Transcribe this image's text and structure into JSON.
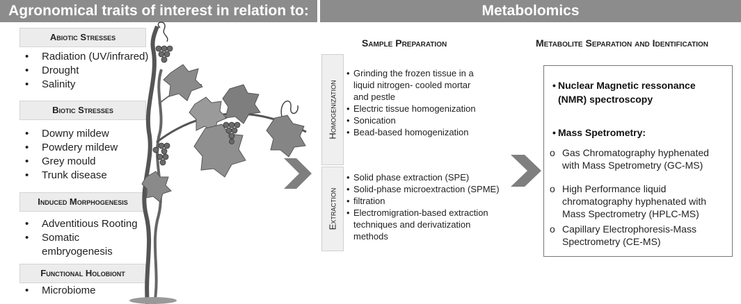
{
  "banners": {
    "left": "Agronomical traits of interest in relation to:",
    "right": "Metabolomics"
  },
  "categories": [
    {
      "title": "Abiotic Stresses",
      "items": [
        "Radiation (UV/infrared)",
        "Drought",
        "Salinity"
      ]
    },
    {
      "title": "Biotic Stresses",
      "items": [
        "Downy mildew",
        "Powdery mildew",
        "Grey mould",
        "Trunk disease"
      ]
    },
    {
      "title": "Induced Morphogenesis",
      "items": [
        "Adventitious Rooting",
        "Somatic",
        "embryogenesis"
      ]
    },
    {
      "title": "Functional Holobiont",
      "items": [
        "Microbiome"
      ]
    }
  ],
  "sample_preparation": {
    "title": "Sample Preparation",
    "homogenization": {
      "label": "Homogenization",
      "items": [
        "Grinding the frozen tissue in a",
        "liquid nitrogen- cooled mortar",
        "and pestle",
        "Electric tissue homogenization",
        "Sonication",
        "Bead-based homogenization"
      ]
    },
    "extraction": {
      "label": "Extraction",
      "items": [
        "Solid phase extraction (SPE)",
        "Solid-phase microextraction (SPME)",
        "filtration",
        "Electromigration-based extraction",
        "techniques and derivatization",
        "methods"
      ]
    }
  },
  "separation": {
    "title": "Metabolite Separation and Identification",
    "nmr": [
      "Nuclear Magnetic ressonance",
      "(NMR) spectroscopy"
    ],
    "ms_title": "Mass Spetrometry:",
    "ms_items": [
      [
        "Gas Chromatography hyphenated",
        "with Mass Spetrometry (GC-MS)"
      ],
      [
        "High Performance liquid",
        "chromatography hyphenated with",
        "Mass Spectrometry (HPLC-MS)"
      ],
      [
        "Capillary Electrophoresis-Mass",
        "Spectrometry (CE-MS)"
      ]
    ]
  },
  "colors": {
    "banner": "#8c8c8c",
    "arrow": "#7f7f7f",
    "vine": "#555555",
    "leaf": "#8a8a8a",
    "grape": "#6a6a6a"
  },
  "icons": {
    "arrow": "chevron-right-icon",
    "vine": "grapevine-illustration"
  }
}
